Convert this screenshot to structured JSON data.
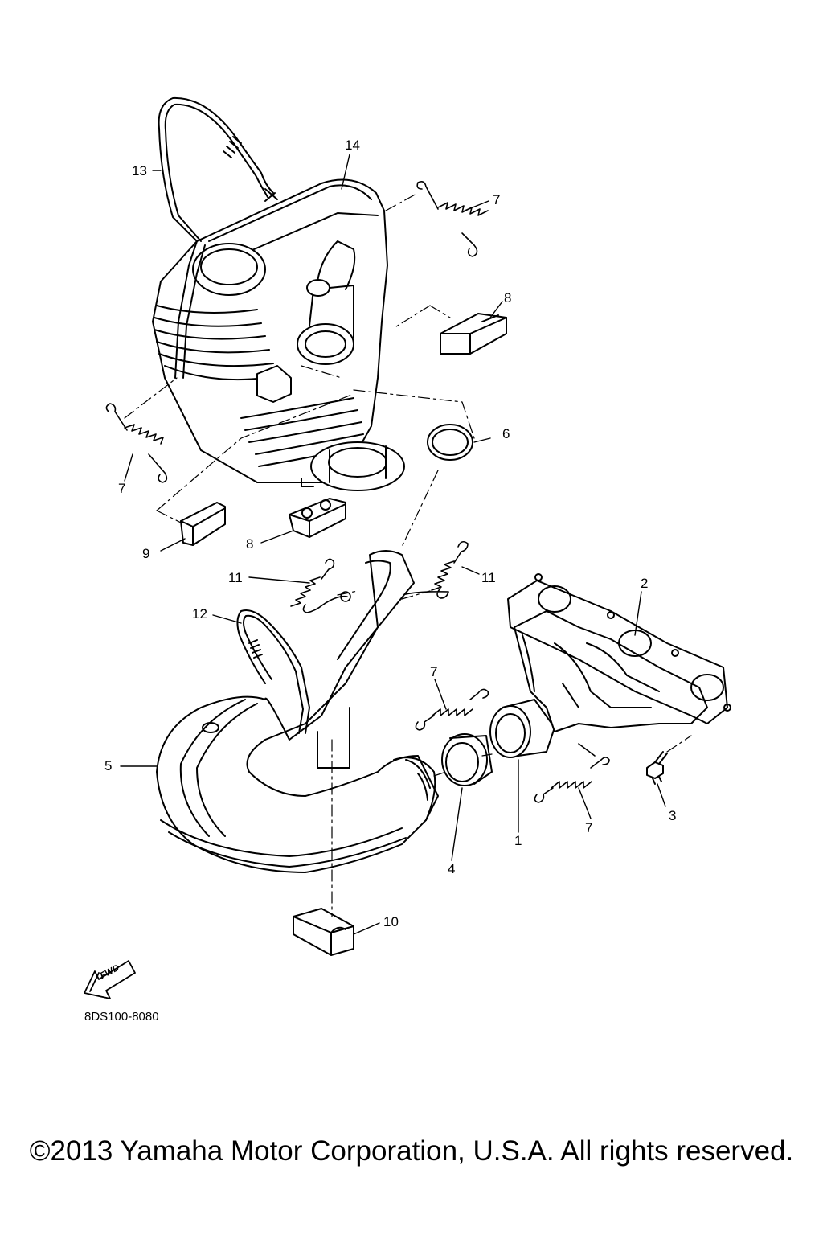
{
  "diagram": {
    "callouts": [
      {
        "id": "c14",
        "text": "14"
      },
      {
        "id": "c13",
        "text": "13"
      },
      {
        "id": "c7a",
        "text": "7"
      },
      {
        "id": "c8a",
        "text": "8"
      },
      {
        "id": "c6",
        "text": "6"
      },
      {
        "id": "c7b",
        "text": "7"
      },
      {
        "id": "c9",
        "text": "9"
      },
      {
        "id": "c8b",
        "text": "8"
      },
      {
        "id": "c11a",
        "text": "11"
      },
      {
        "id": "c11b",
        "text": "11"
      },
      {
        "id": "c2",
        "text": "2"
      },
      {
        "id": "c12",
        "text": "12"
      },
      {
        "id": "c7c",
        "text": "7"
      },
      {
        "id": "c5",
        "text": "5"
      },
      {
        "id": "c3",
        "text": "3"
      },
      {
        "id": "c7d",
        "text": "7"
      },
      {
        "id": "c1",
        "text": "1"
      },
      {
        "id": "c4",
        "text": "4"
      },
      {
        "id": "c10",
        "text": "10"
      }
    ],
    "fwd_label": "FWD",
    "drawing_code": "8DS100-8080"
  },
  "footer": {
    "copyright": "©2013 Yamaha Motor Corporation, U.S.A. All rights reserved."
  }
}
